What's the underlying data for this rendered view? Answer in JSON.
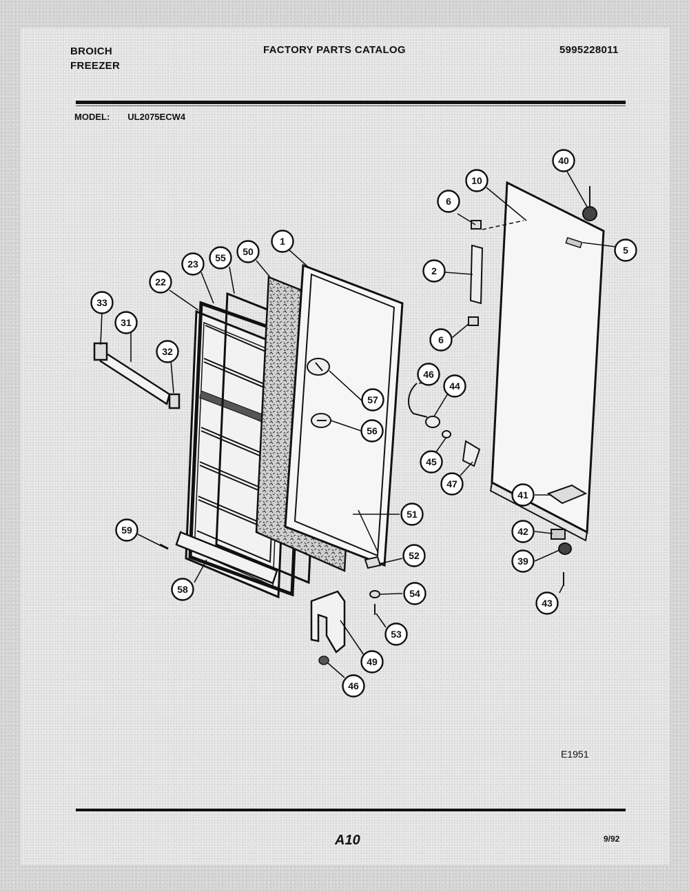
{
  "header": {
    "brand_line1": "BROICH",
    "brand_line2": "FREEZER",
    "title": "FACTORY PARTS CATALOG",
    "catalog_number": "5995228011"
  },
  "model": {
    "label": "MODEL:",
    "value": "UL2075ECW4"
  },
  "diagram": {
    "callouts": [
      "1",
      "10",
      "40",
      "6",
      "5",
      "2",
      "6",
      "55",
      "50",
      "23",
      "22",
      "33",
      "31",
      "32",
      "57",
      "46",
      "44",
      "56",
      "45",
      "47",
      "41",
      "42",
      "39",
      "43",
      "51",
      "59",
      "52",
      "54",
      "58",
      "53",
      "49",
      "46"
    ]
  },
  "footer": {
    "drawing_code": "E1951",
    "page": "A10",
    "date": "9/92"
  }
}
